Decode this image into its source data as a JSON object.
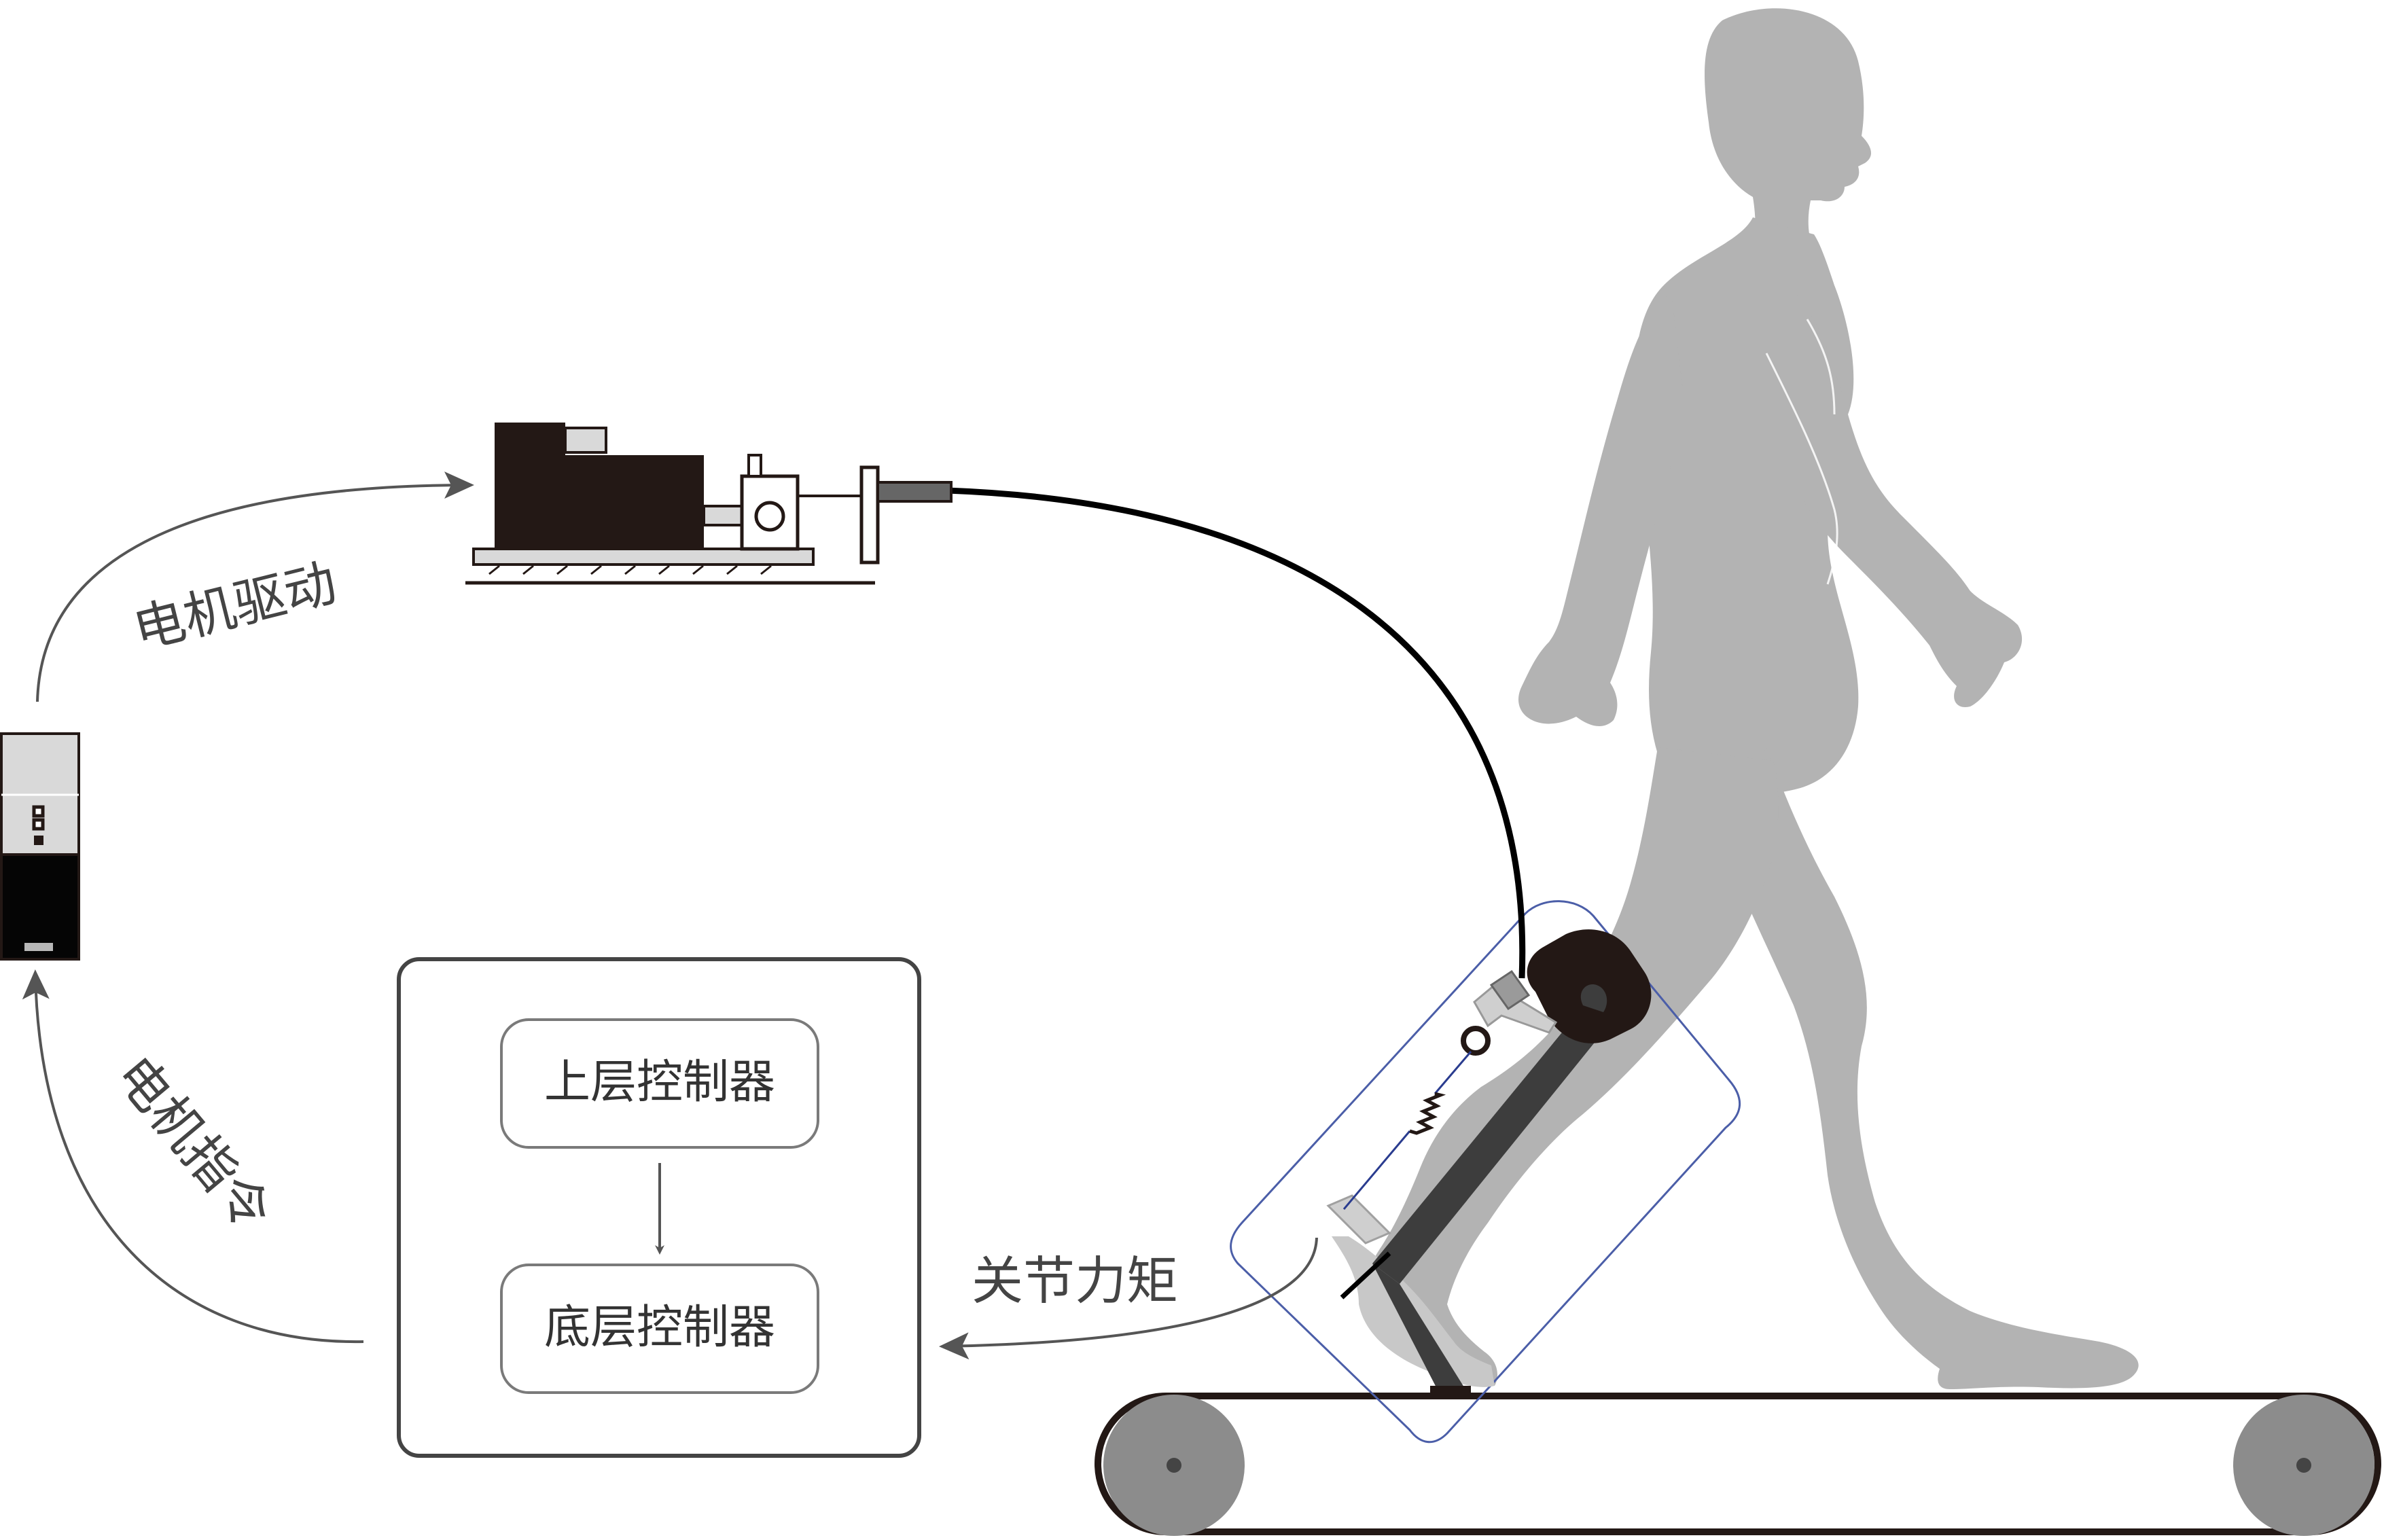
{
  "labels": {
    "motor_drive": "电机驱动",
    "motor_command": "电机指令",
    "joint_torque": "关节力矩",
    "upper_controller": "上层控制器",
    "lower_controller": "底层控制器"
  },
  "colors": {
    "human": "#b3b3b3",
    "human_shadow": "#c8c8c8",
    "motor": "#231815",
    "arrow": "#555555",
    "box_border": "#444444",
    "inner_box_border": "#7a7a7a",
    "cable": "#000000",
    "frame": "#3d3d3d",
    "outline_blue": "#4b5ea8",
    "treadmill_roller": "#8c8c8c"
  },
  "icons": {
    "motor": "servo-motor-icon",
    "driver": "motor-driver-icon",
    "exoskeleton": "ankle-exoskeleton-icon",
    "human": "walking-human-silhouette",
    "treadmill": "treadmill-icon"
  }
}
